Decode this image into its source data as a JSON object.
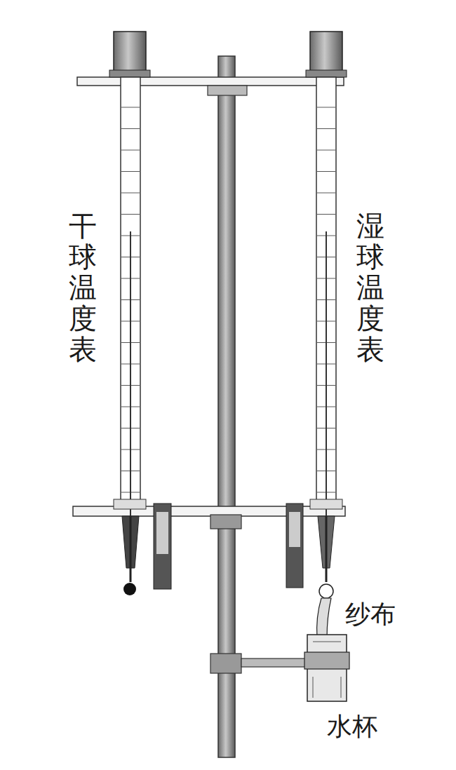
{
  "diagram": {
    "labels": [
      "干球温度表",
      "湿球温度表",
      "纱布",
      "水杯"
    ]
  }
}
